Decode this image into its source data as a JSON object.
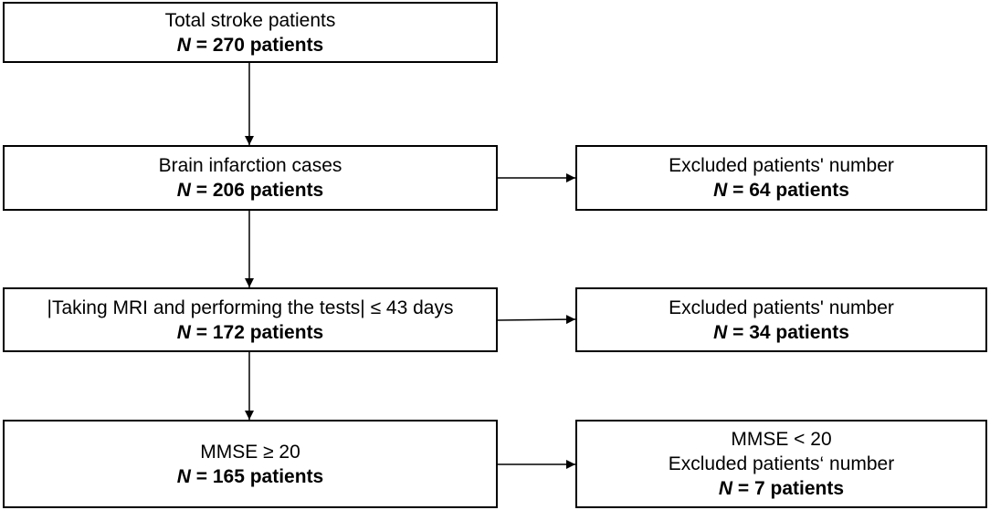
{
  "boxes": {
    "total": {
      "line1": "Total stroke patients",
      "n_label": "N",
      "n_rest": " = 270 patients"
    },
    "brain": {
      "line1": "Brain infarction cases",
      "n_label": "N",
      "n_rest": " = 206 patients"
    },
    "mri": {
      "line1": "|Taking MRI and performing the tests| ≤ 43 days",
      "n_label": "N",
      "n_rest": " = 172 patients"
    },
    "mmse": {
      "line1": "MMSE ≥ 20",
      "n_label": "N",
      "n_rest": " = 165 patients"
    },
    "excluded1": {
      "line1": "Excluded patients' number",
      "n_label": "N",
      "n_rest": " = 64 patients"
    },
    "excluded2": {
      "line1": "Excluded patients' number",
      "n_label": "N",
      "n_rest": " = 34 patients"
    },
    "excluded3": {
      "line0": "MMSE < 20",
      "line1": "Excluded patients‘ number",
      "n_label": "N",
      "n_rest": " = 7 patients"
    }
  }
}
